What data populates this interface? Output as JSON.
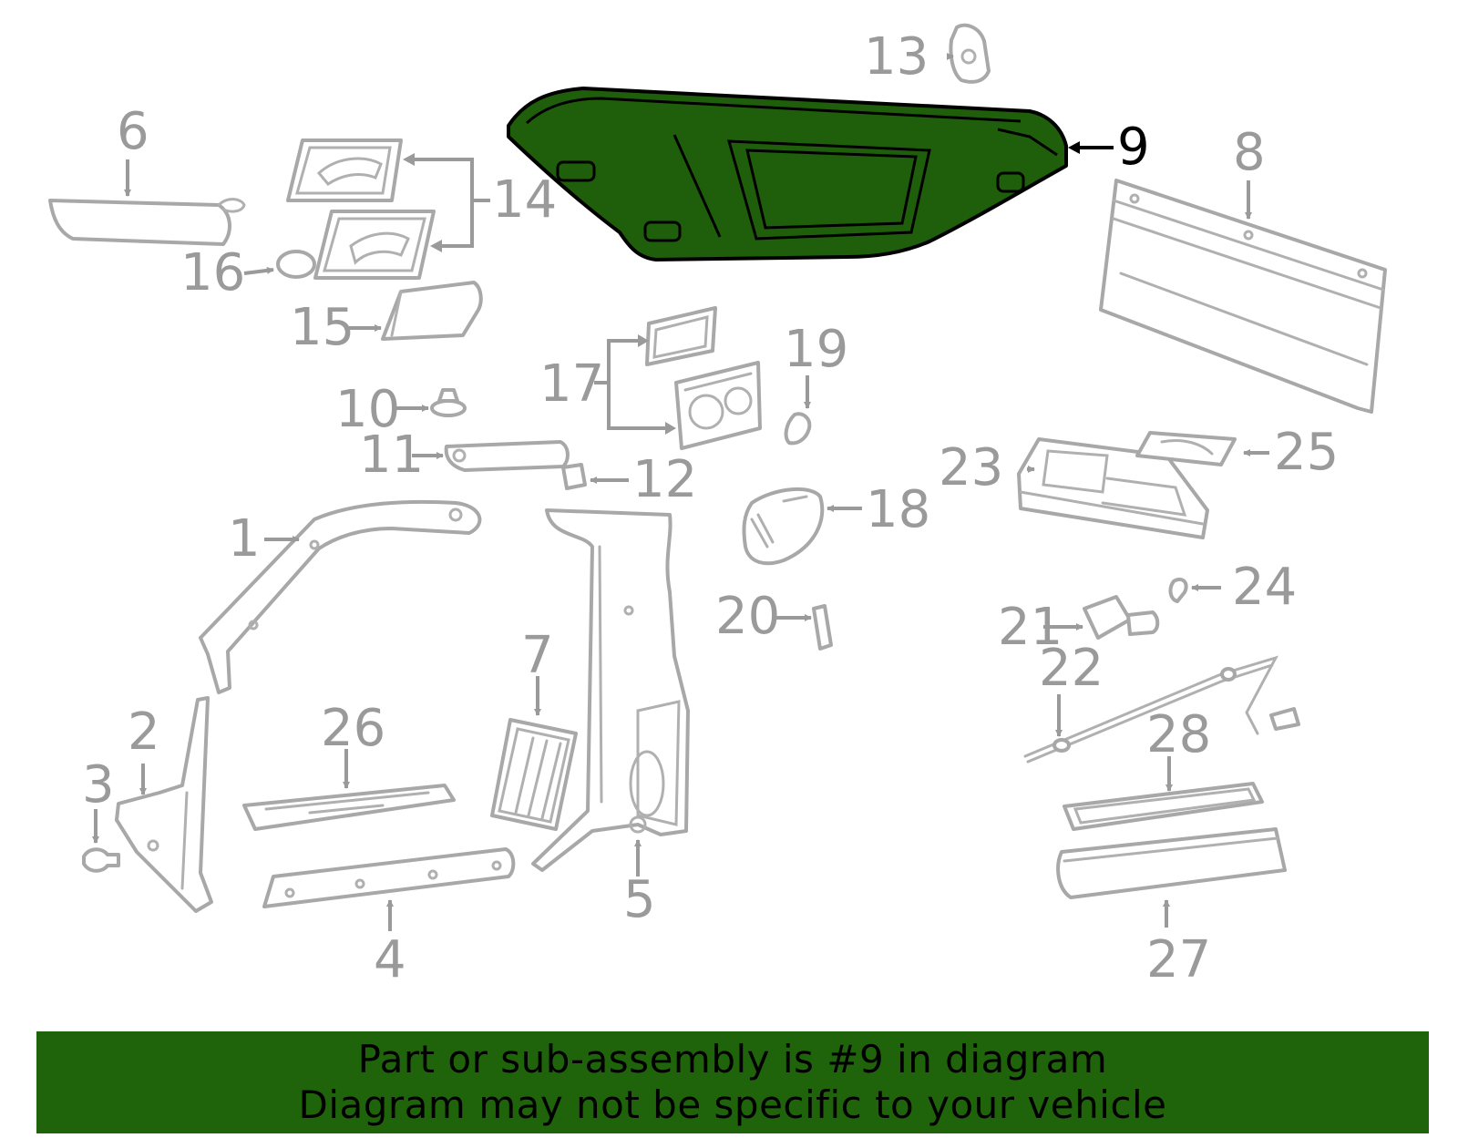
{
  "diagram": {
    "highlighted_part": "9",
    "highlight_color": "#1f5e0a",
    "callouts": {
      "p1": "1",
      "p2": "2",
      "p3": "3",
      "p4": "4",
      "p5": "5",
      "p6": "6",
      "p7": "7",
      "p8": "8",
      "p9": "9",
      "p10": "10",
      "p11": "11",
      "p12": "12",
      "p13": "13",
      "p14": "14",
      "p15": "15",
      "p16": "16",
      "p17": "17",
      "p18": "18",
      "p19": "19",
      "p20": "20",
      "p21": "21",
      "p22": "22",
      "p23": "23",
      "p24": "24",
      "p25": "25",
      "p26": "26",
      "p27": "27",
      "p28": "28"
    }
  },
  "banner": {
    "background_color": "#1f640b",
    "line1": "Part or sub-assembly is #9 in diagram",
    "line2": "Diagram may not be specific to your vehicle"
  }
}
